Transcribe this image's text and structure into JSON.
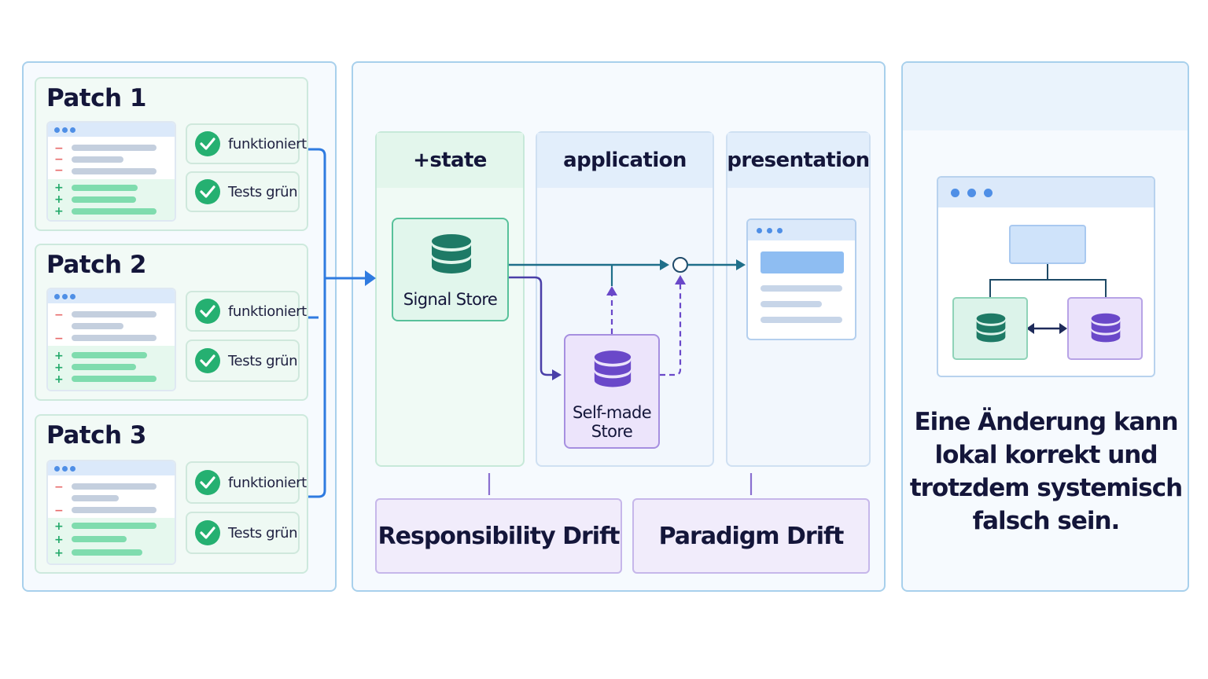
{
  "patches": [
    {
      "title": "Patch 1",
      "badges": [
        "funktioniert",
        "Tests grün"
      ]
    },
    {
      "title": "Patch 2",
      "badges": [
        "funktioniert",
        "Tests grün"
      ]
    },
    {
      "title": "Patch 3",
      "badges": [
        "funktioniert",
        "Tests grün"
      ]
    }
  ],
  "layers": {
    "state": "+state",
    "application": "application",
    "presentation": "presentation"
  },
  "stores": {
    "signal": "Signal Store",
    "selfmade_line1": "Self-made",
    "selfmade_line2": "Store"
  },
  "drifts": {
    "responsibility": "Responsibility Drift",
    "paradigm": "Paradigm Drift"
  },
  "caption": {
    "line1": "Eine Änderung kann",
    "line2": "lokal korrekt und",
    "line3": "trotzdem systemisch",
    "line4": "falsch sein."
  },
  "colors": {
    "arrow_blue": "#2f7be0",
    "teal": "#1f7a6e",
    "purple": "#6a4bc8",
    "check_green": "#25b071"
  },
  "icons": [
    "check-icon",
    "database-icon",
    "window-icon",
    "arrow-icon"
  ]
}
